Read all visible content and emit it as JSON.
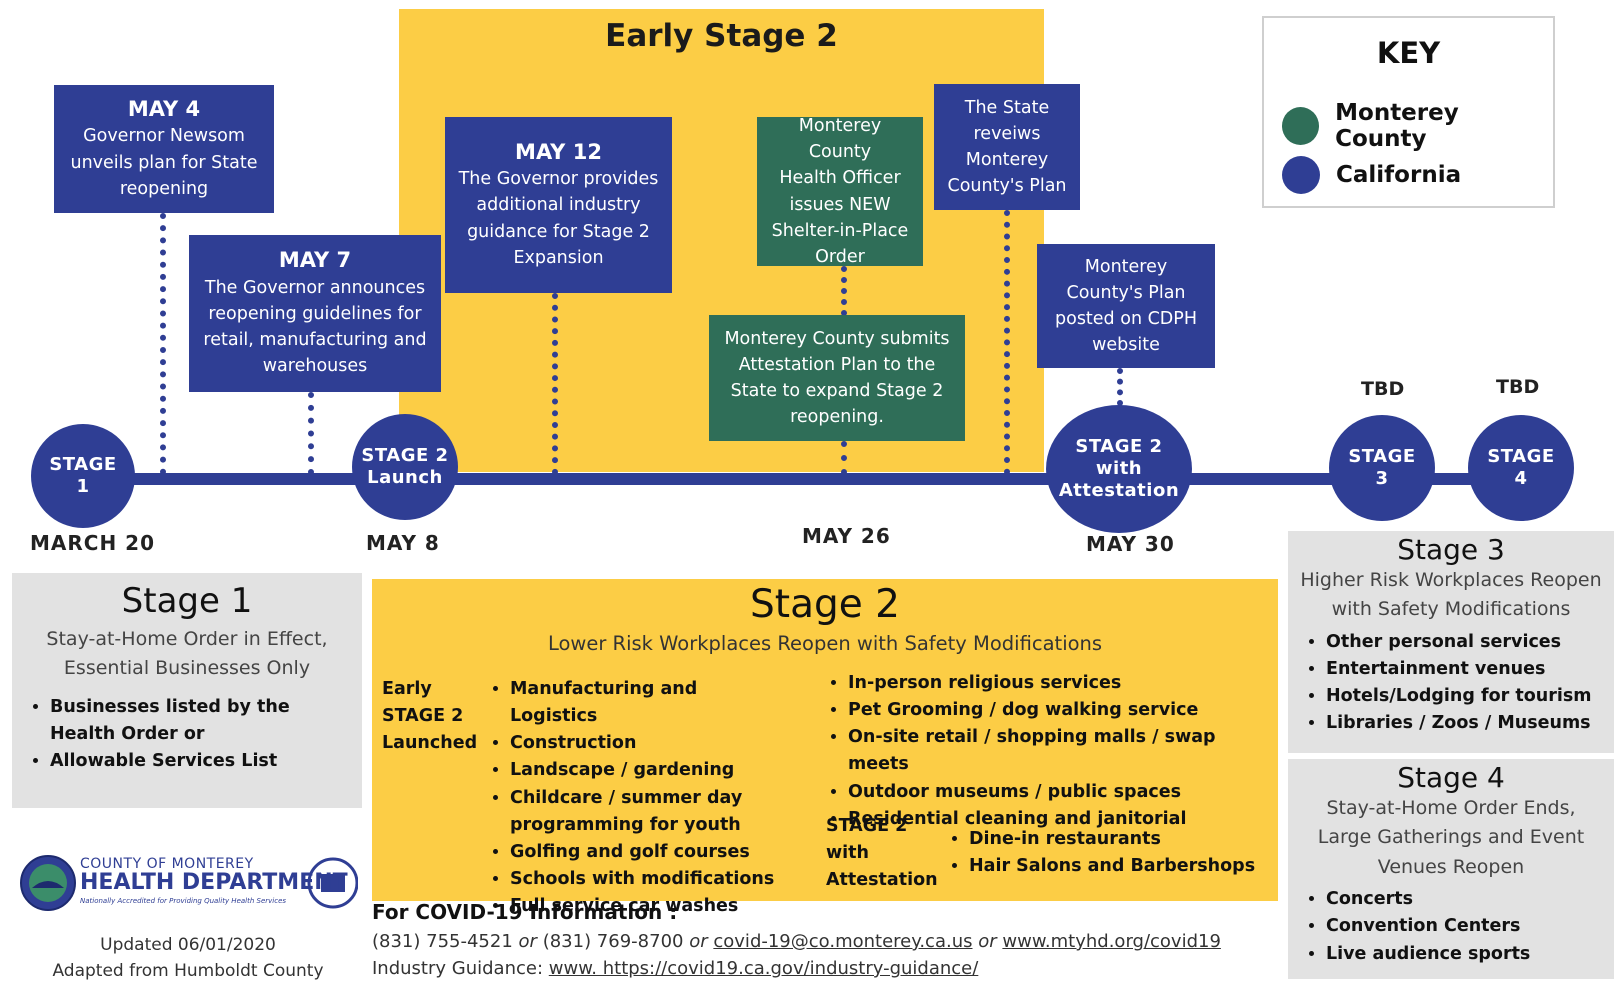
{
  "colors": {
    "blue": "#2f3e94",
    "green": "#2f6e58",
    "yellow": "#fccd45",
    "grey": "#e2e2e2"
  },
  "early_stage_title": "Early Stage 2",
  "key": {
    "title": "KEY",
    "items": [
      {
        "label": "Monterey County",
        "color": "#2f6e58"
      },
      {
        "label": "California",
        "color": "#2f3e94"
      }
    ]
  },
  "events": {
    "may4": {
      "date": "MAY 4",
      "lines": [
        "Governor Newsom",
        "unveils plan for State",
        "reopening"
      ]
    },
    "may7": {
      "date": "MAY 7",
      "lines": [
        "The Governor announces",
        "reopening guidelines for",
        "retail, manufacturing and",
        "warehouses"
      ]
    },
    "may12": {
      "date": "MAY 12",
      "lines": [
        "The Governor provides",
        "additional industry",
        "guidance for Stage 2",
        "Expansion"
      ]
    },
    "shelter": {
      "lines": [
        "Monterey County",
        "Health Officer",
        "issues NEW",
        "Shelter-in-Place",
        "Order"
      ]
    },
    "attestation": {
      "lines": [
        "Monterey County submits",
        "Attestation Plan to the",
        "State to expand Stage 2",
        "reopening."
      ]
    },
    "state_reviews": {
      "lines": [
        "The State",
        "reveiws",
        "Monterey",
        "County's Plan"
      ]
    },
    "posted": {
      "lines": [
        "Monterey",
        "County's Plan",
        "posted on CDPH",
        "website"
      ]
    }
  },
  "milestones": {
    "stage1": {
      "lines": [
        "STAGE",
        "1"
      ],
      "date": "MARCH 20"
    },
    "stage2": {
      "lines": [
        "STAGE 2",
        "Launch"
      ],
      "date": "MAY 8"
    },
    "may26": {
      "date": "MAY 26"
    },
    "stage2att": {
      "lines": [
        "STAGE 2",
        "with",
        "Attestation"
      ],
      "date": "MAY 30"
    },
    "stage3": {
      "lines": [
        "STAGE",
        "3"
      ],
      "tbd": "TBD"
    },
    "stage4": {
      "lines": [
        "STAGE",
        "4"
      ],
      "tbd": "TBD"
    }
  },
  "stage1_panel": {
    "title": "Stage 1",
    "subtitle": [
      "Stay-at-Home Order in Effect,",
      "Essential Businesses Only"
    ],
    "bullets": [
      "Businesses listed by the Health Order or",
      "Allowable Services List"
    ]
  },
  "stage2_panel": {
    "title": "Stage 2",
    "subtitle": "Lower Risk Workplaces Reopen with Safety Modifications",
    "early_label": [
      "Early",
      "STAGE 2",
      "Launched"
    ],
    "early_bullets": [
      "Manufacturing and Logistics",
      "Construction",
      "Landscape / gardening",
      "Childcare / summer day programming for youth",
      "Golfing and golf courses",
      "Schools with modifications",
      "Full service car washes"
    ],
    "more_bullets": [
      "In-person religious services",
      "Pet Grooming / dog walking service",
      "On-site retail / shopping malls / swap meets",
      "Outdoor museums / public spaces",
      "Residential cleaning and janitorial"
    ],
    "att_label": [
      "STAGE 2",
      "with",
      "Attestation"
    ],
    "att_bullets": [
      "Dine-in restaurants",
      "Hair Salons and Barbershops"
    ]
  },
  "stage3_panel": {
    "title": "Stage 3",
    "subtitle": [
      "Higher Risk Workplaces Reopen",
      "with Safety Modifications"
    ],
    "bullets": [
      "Other personal services",
      "Entertainment venues",
      "Hotels/Lodging for tourism",
      "Libraries / Zoos / Museums"
    ]
  },
  "stage4_panel": {
    "title": "Stage 4",
    "subtitle": [
      "Stay-at-Home Order Ends,",
      "Large Gatherings and Event",
      "Venues Reopen"
    ],
    "bullets": [
      "Concerts",
      "Convention Centers",
      "Live audience sports"
    ]
  },
  "footer": {
    "label": "For COVID-19 Information :",
    "phone1": "(831) 755-4521",
    "or": "or",
    "phone2": "(831) 769-8700",
    "email": "covid-19@co.monterey.ca.us",
    "website": "www.mtyhd.org/covid19",
    "industry_label": "Industry Guidance:",
    "industry_link": "www. https://covid19.ca.gov/industry-guidance/"
  },
  "logo": {
    "line1": "COUNTY OF MONTEREY",
    "line2": "HEALTH DEPARTMENT",
    "tagline": "Nationally Accredited for Providing Quality Health Services"
  },
  "updated": [
    "Updated 06/01/2020",
    "Adapted from Humboldt County"
  ]
}
